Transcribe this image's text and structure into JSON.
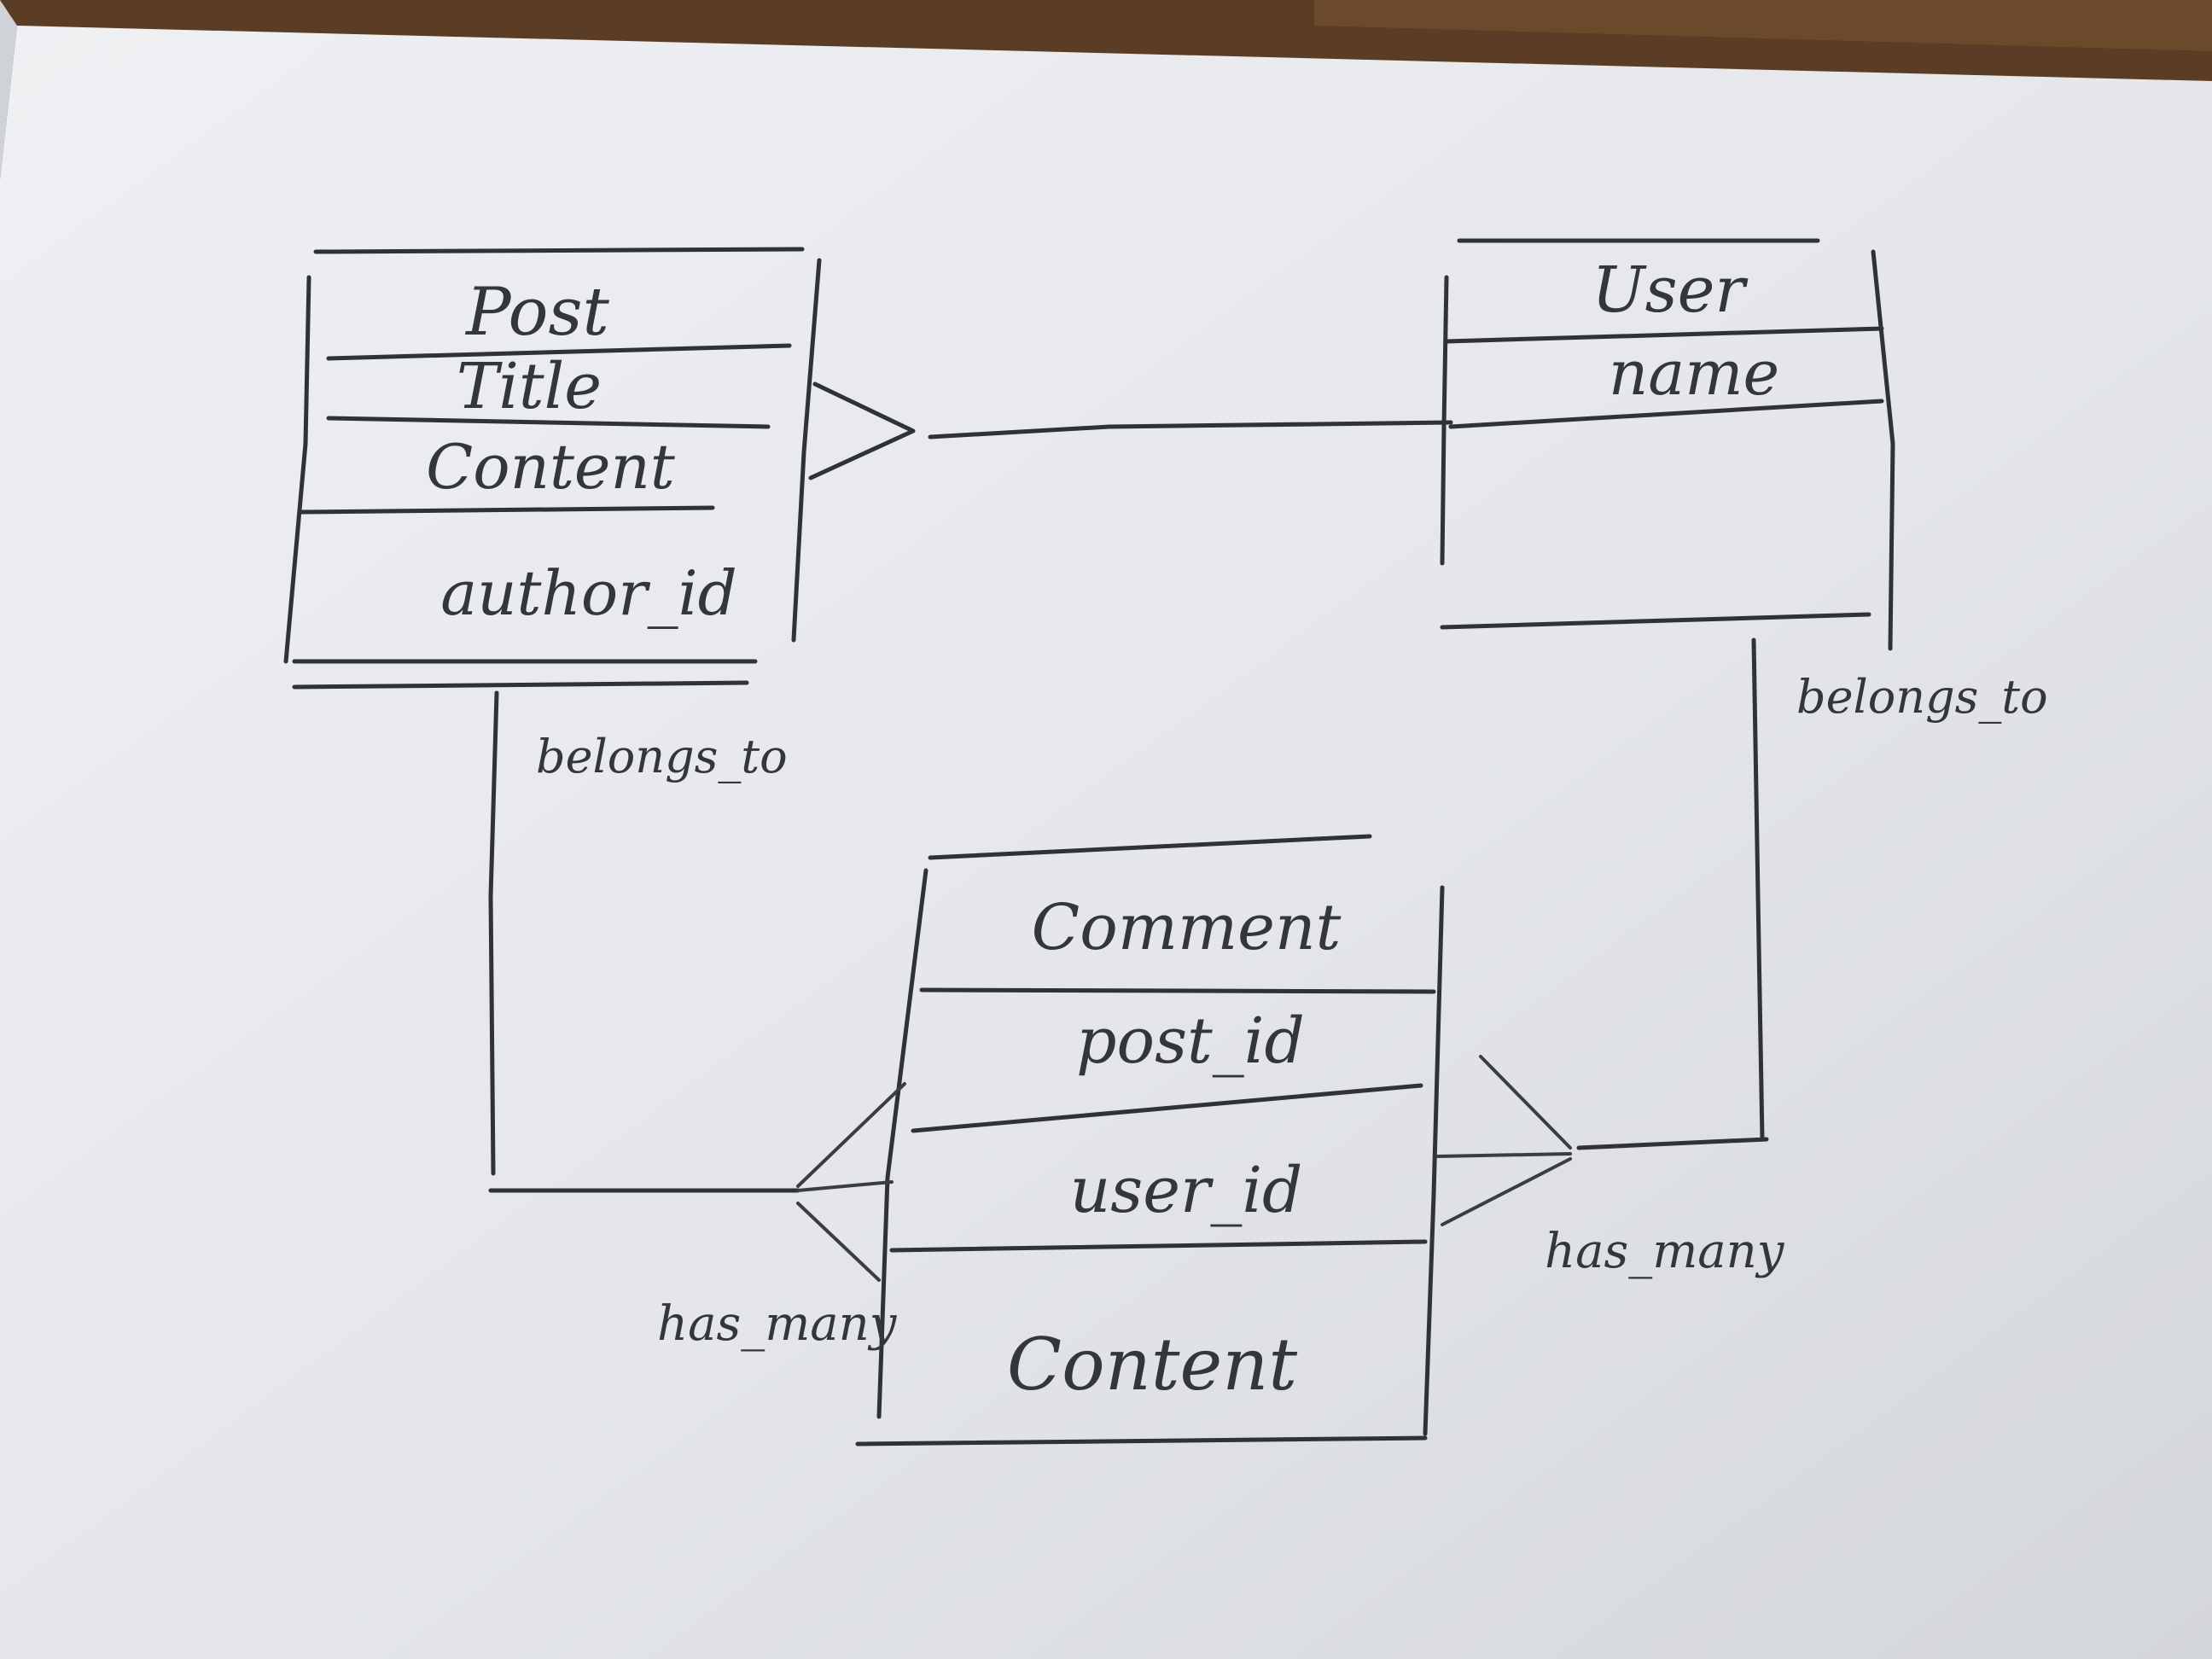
{
  "entities": {
    "post": {
      "name": "Post",
      "fields": [
        "Title",
        "Content",
        "author_id"
      ]
    },
    "user": {
      "name": "User",
      "fields": [
        "name"
      ]
    },
    "comment": {
      "name": "Comment",
      "fields": [
        "post_id",
        "user_id",
        "Content"
      ]
    }
  },
  "relations": {
    "post_belongs_to": "belongs_to",
    "user_belongs_to": "belongs_to",
    "post_has_many": "has_many",
    "user_has_many": "has_many"
  },
  "colors": {
    "paper": "#e6e8ec",
    "ink": "#2f3236",
    "table": "#5a3d24"
  }
}
